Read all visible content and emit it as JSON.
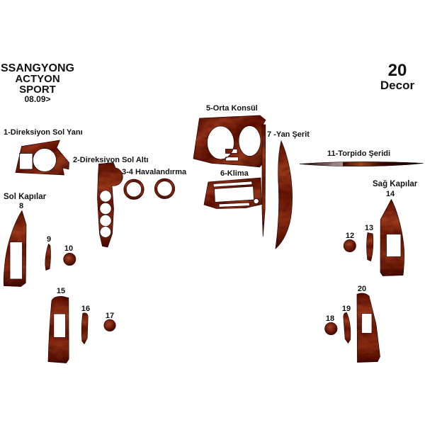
{
  "header": {
    "brand_line1": "SSANGYONG",
    "brand_line2": "ACTYON SPORT",
    "brand_line3": "08.09>",
    "badge_count": "20",
    "badge_word": "Decor"
  },
  "part_labels": {
    "p1": "1-Direksiyon Sol Yanı",
    "p2": "2-Direksiyon Sol Altı",
    "p34": "3-4 Havalandırma",
    "p5": "5-Orta Konsül",
    "p6": "6-Klima",
    "p7": "7 -Yan Şerit",
    "p11": "11-Torpido Şeridi",
    "left_doors": "Sol Kapılar",
    "right_doors": "Sağ Kapılar",
    "n8": "8",
    "n9": "9",
    "n10": "10",
    "n12": "12",
    "n13": "13",
    "n14": "14",
    "n15": "15",
    "n16": "16",
    "n17": "17",
    "n18": "18",
    "n19": "19",
    "n20": "20"
  },
  "colors": {
    "background": "#ffffff",
    "text": "#121212",
    "wood_mid": "#8b2d1a",
    "wood_light": "#a64a28",
    "wood_dark": "#4a0f08",
    "wood_edge": "#30100a"
  }
}
